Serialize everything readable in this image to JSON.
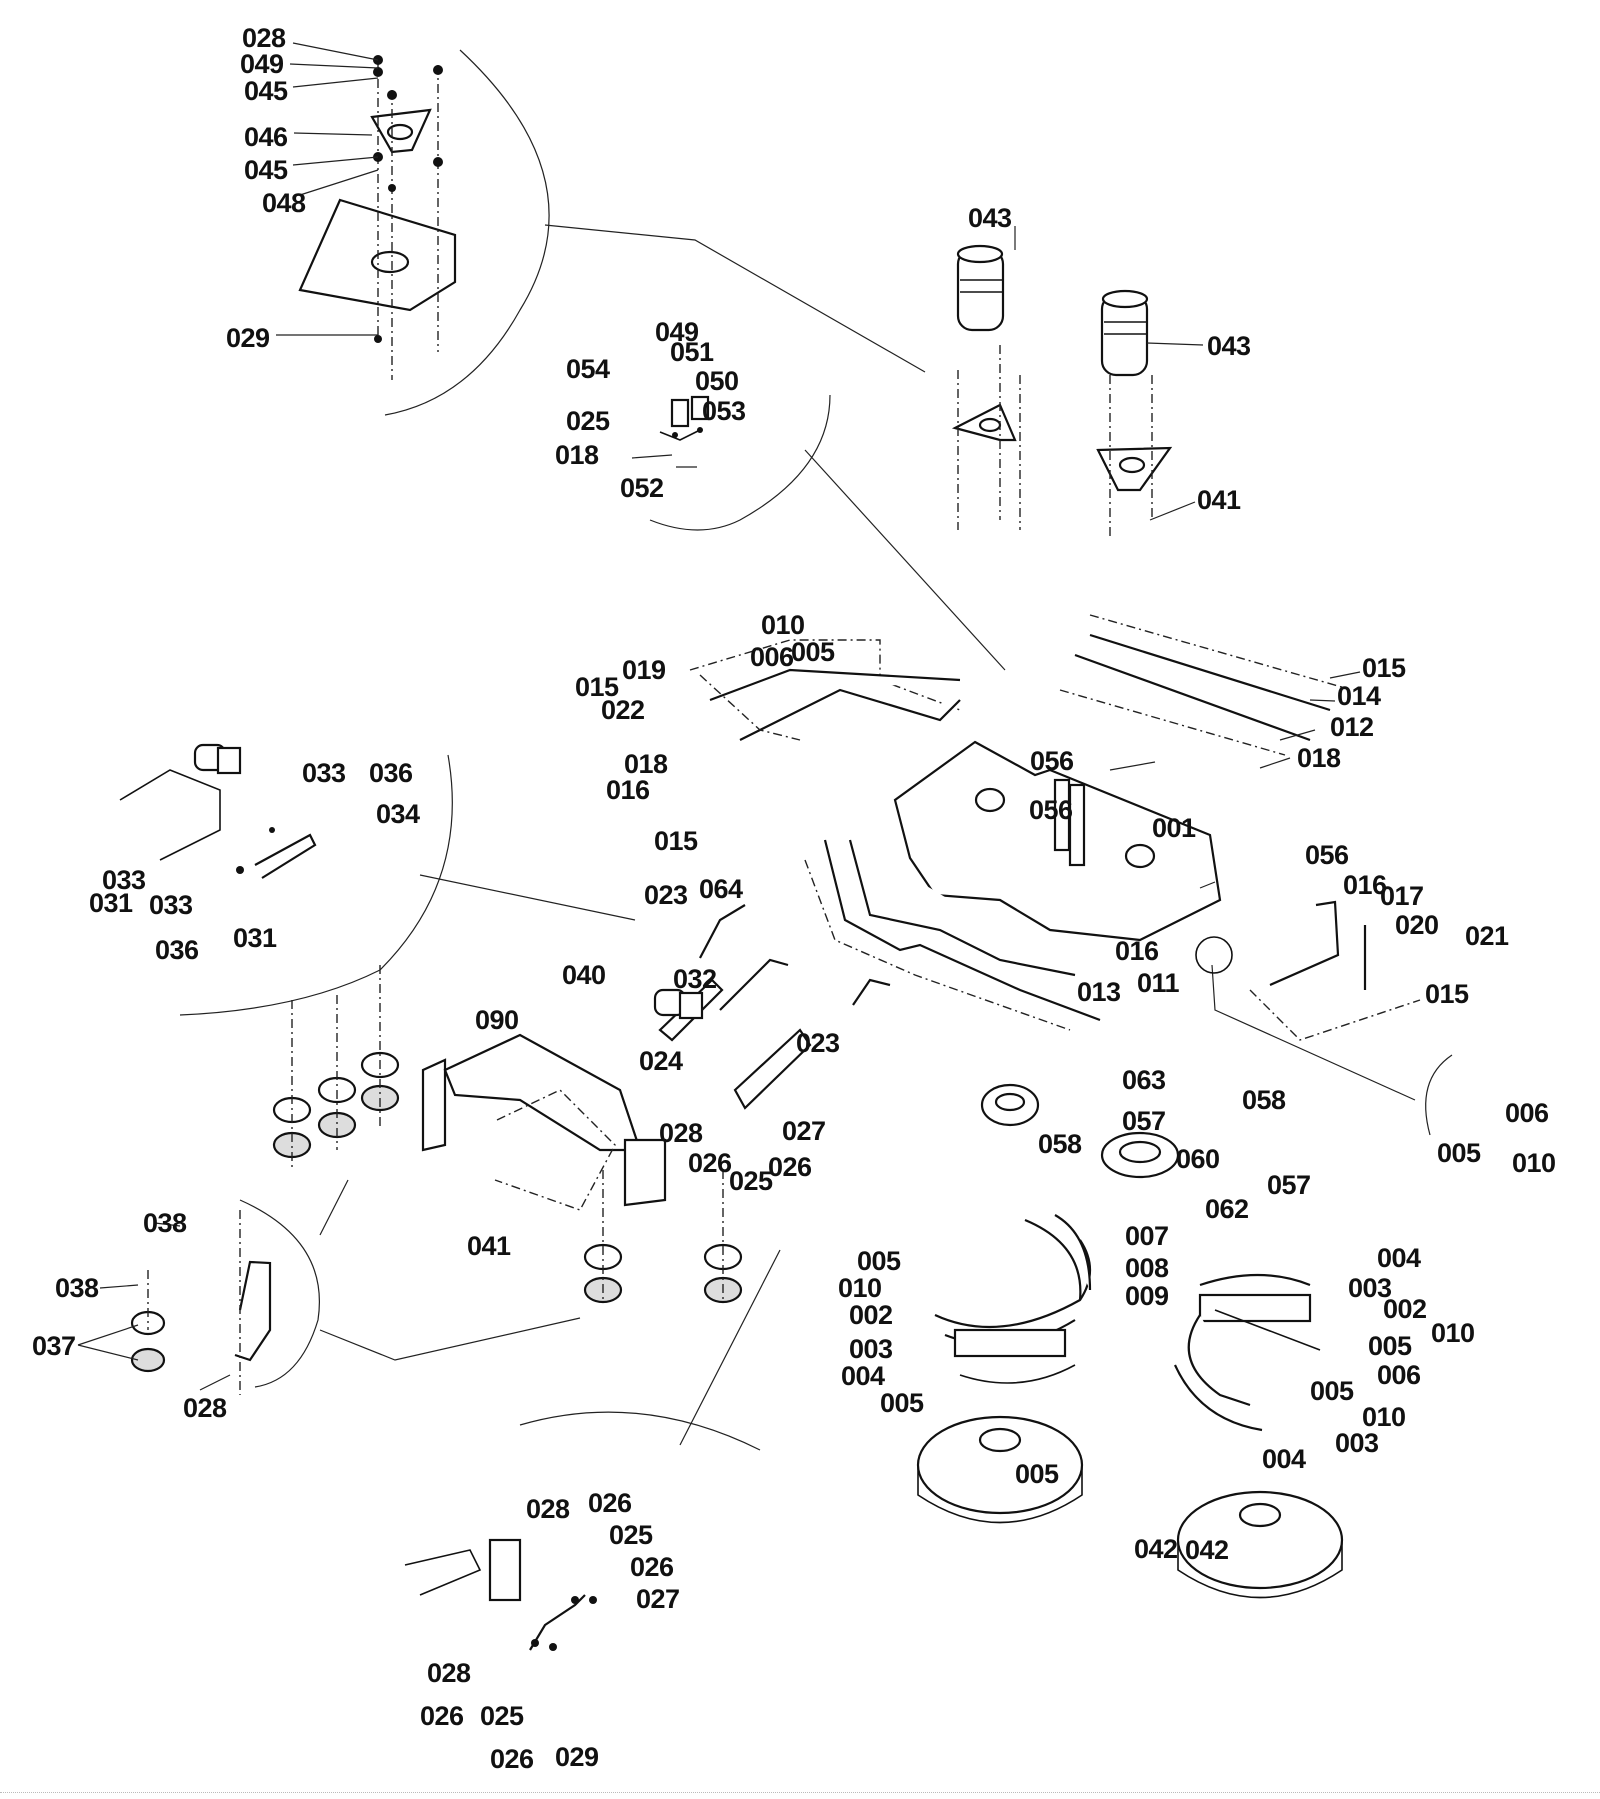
{
  "diagram": {
    "type": "exploded-parts-diagram",
    "regions": {
      "detail_top_left_mount": [
        "028",
        "049",
        "045",
        "046",
        "045",
        "048",
        "029"
      ],
      "detail_switch_bracket": [
        "049",
        "054",
        "051",
        "050",
        "025",
        "053",
        "018",
        "052"
      ],
      "air_springs": [
        "043",
        "043",
        "041"
      ],
      "base_assembly": [
        "010",
        "005",
        "006",
        "019",
        "015",
        "022",
        "018",
        "016",
        "056",
        "015",
        "014",
        "012",
        "018",
        "056",
        "001",
        "015",
        "016",
        "013",
        "011",
        "056",
        "016",
        "017",
        "020",
        "021",
        "015"
      ],
      "detail_left_linkage": [
        "033",
        "036",
        "034",
        "033",
        "031",
        "033",
        "036",
        "031"
      ],
      "linkage_center": [
        "023",
        "064",
        "032",
        "040",
        "023",
        "090",
        "024",
        "028",
        "026",
        "025",
        "026",
        "027"
      ],
      "bearing_stack": [
        "063",
        "058",
        "057",
        "058",
        "060",
        "057",
        "062"
      ],
      "detail_right_small": [
        "006",
        "005",
        "010"
      ],
      "mounts_left": [
        "038",
        "038",
        "037",
        "028",
        "041"
      ],
      "drum_segments": [
        "007",
        "008",
        "009",
        "005",
        "010",
        "002",
        "003",
        "004",
        "005",
        "004",
        "003",
        "002",
        "010",
        "005",
        "006",
        "005",
        "010",
        "003",
        "004",
        "005",
        "042",
        "042"
      ],
      "detail_bottom_linkage": [
        "028",
        "026",
        "025",
        "026",
        "027",
        "028",
        "026",
        "025",
        "026",
        "029"
      ]
    }
  },
  "labels": [
    {
      "id": "l1",
      "text": "028"
    },
    {
      "id": "l2",
      "text": "049"
    },
    {
      "id": "l3",
      "text": "045"
    },
    {
      "id": "l4",
      "text": "046"
    },
    {
      "id": "l5",
      "text": "045"
    },
    {
      "id": "l6",
      "text": "048"
    },
    {
      "id": "l7",
      "text": "029"
    },
    {
      "id": "l8",
      "text": "043"
    },
    {
      "id": "l9",
      "text": "043"
    },
    {
      "id": "l10",
      "text": "041"
    },
    {
      "id": "l11",
      "text": "049"
    },
    {
      "id": "l12",
      "text": "054"
    },
    {
      "id": "l13",
      "text": "051"
    },
    {
      "id": "l14",
      "text": "050"
    },
    {
      "id": "l15",
      "text": "025"
    },
    {
      "id": "l16",
      "text": "053"
    },
    {
      "id": "l17",
      "text": "018"
    },
    {
      "id": "l18",
      "text": "052"
    },
    {
      "id": "l19",
      "text": "010"
    },
    {
      "id": "l20",
      "text": "005"
    },
    {
      "id": "l21",
      "text": "006"
    },
    {
      "id": "l22",
      "text": "019"
    },
    {
      "id": "l23",
      "text": "015"
    },
    {
      "id": "l24",
      "text": "022"
    },
    {
      "id": "l25",
      "text": "018"
    },
    {
      "id": "l26",
      "text": "016"
    },
    {
      "id": "l27",
      "text": "056"
    },
    {
      "id": "l28",
      "text": "015"
    },
    {
      "id": "l29",
      "text": "014"
    },
    {
      "id": "l30",
      "text": "012"
    },
    {
      "id": "l31",
      "text": "018"
    },
    {
      "id": "l32",
      "text": "056"
    },
    {
      "id": "l33",
      "text": "001"
    },
    {
      "id": "l34",
      "text": "015"
    },
    {
      "id": "l35",
      "text": "056"
    },
    {
      "id": "l36",
      "text": "016"
    },
    {
      "id": "l37",
      "text": "017"
    },
    {
      "id": "l38",
      "text": "020"
    },
    {
      "id": "l39",
      "text": "021"
    },
    {
      "id": "l40",
      "text": "015"
    },
    {
      "id": "l41",
      "text": "016"
    },
    {
      "id": "l42",
      "text": "011"
    },
    {
      "id": "l43",
      "text": "013"
    },
    {
      "id": "l44",
      "text": "033"
    },
    {
      "id": "l45",
      "text": "036"
    },
    {
      "id": "l46",
      "text": "034"
    },
    {
      "id": "l47",
      "text": "033"
    },
    {
      "id": "l48",
      "text": "031"
    },
    {
      "id": "l49",
      "text": "033"
    },
    {
      "id": "l50",
      "text": "036"
    },
    {
      "id": "l51",
      "text": "031"
    },
    {
      "id": "l52",
      "text": "023"
    },
    {
      "id": "l53",
      "text": "064"
    },
    {
      "id": "l54",
      "text": "032"
    },
    {
      "id": "l55",
      "text": "040"
    },
    {
      "id": "l56",
      "text": "023"
    },
    {
      "id": "l57",
      "text": "090"
    },
    {
      "id": "l58",
      "text": "024"
    },
    {
      "id": "l59",
      "text": "028"
    },
    {
      "id": "l60",
      "text": "026"
    },
    {
      "id": "l61",
      "text": "025"
    },
    {
      "id": "l62",
      "text": "026"
    },
    {
      "id": "l63",
      "text": "027"
    },
    {
      "id": "l64",
      "text": "063"
    },
    {
      "id": "l65",
      "text": "058"
    },
    {
      "id": "l66",
      "text": "057"
    },
    {
      "id": "l67",
      "text": "058"
    },
    {
      "id": "l68",
      "text": "060"
    },
    {
      "id": "l69",
      "text": "057"
    },
    {
      "id": "l70",
      "text": "062"
    },
    {
      "id": "l71",
      "text": "006"
    },
    {
      "id": "l72",
      "text": "005"
    },
    {
      "id": "l73",
      "text": "010"
    },
    {
      "id": "l74",
      "text": "038"
    },
    {
      "id": "l75",
      "text": "038"
    },
    {
      "id": "l76",
      "text": "037"
    },
    {
      "id": "l77",
      "text": "028"
    },
    {
      "id": "l78",
      "text": "041"
    },
    {
      "id": "l79",
      "text": "007"
    },
    {
      "id": "l80",
      "text": "005"
    },
    {
      "id": "l81",
      "text": "008"
    },
    {
      "id": "l82",
      "text": "010"
    },
    {
      "id": "l83",
      "text": "009"
    },
    {
      "id": "l84",
      "text": "002"
    },
    {
      "id": "l85",
      "text": "003"
    },
    {
      "id": "l86",
      "text": "004"
    },
    {
      "id": "l87",
      "text": "005"
    },
    {
      "id": "l88",
      "text": "004"
    },
    {
      "id": "l89",
      "text": "003"
    },
    {
      "id": "l90",
      "text": "002"
    },
    {
      "id": "l91",
      "text": "010"
    },
    {
      "id": "l92",
      "text": "005"
    },
    {
      "id": "l93",
      "text": "006"
    },
    {
      "id": "l94",
      "text": "005"
    },
    {
      "id": "l95",
      "text": "010"
    },
    {
      "id": "l96",
      "text": "003"
    },
    {
      "id": "l97",
      "text": "004"
    },
    {
      "id": "l98",
      "text": "005"
    },
    {
      "id": "l99",
      "text": "042"
    },
    {
      "id": "l100",
      "text": "042"
    },
    {
      "id": "l101",
      "text": "028"
    },
    {
      "id": "l102",
      "text": "026"
    },
    {
      "id": "l103",
      "text": "025"
    },
    {
      "id": "l104",
      "text": "026"
    },
    {
      "id": "l105",
      "text": "027"
    },
    {
      "id": "l106",
      "text": "028"
    },
    {
      "id": "l107",
      "text": "026"
    },
    {
      "id": "l108",
      "text": "025"
    },
    {
      "id": "l109",
      "text": "026"
    },
    {
      "id": "l110",
      "text": "029"
    }
  ]
}
